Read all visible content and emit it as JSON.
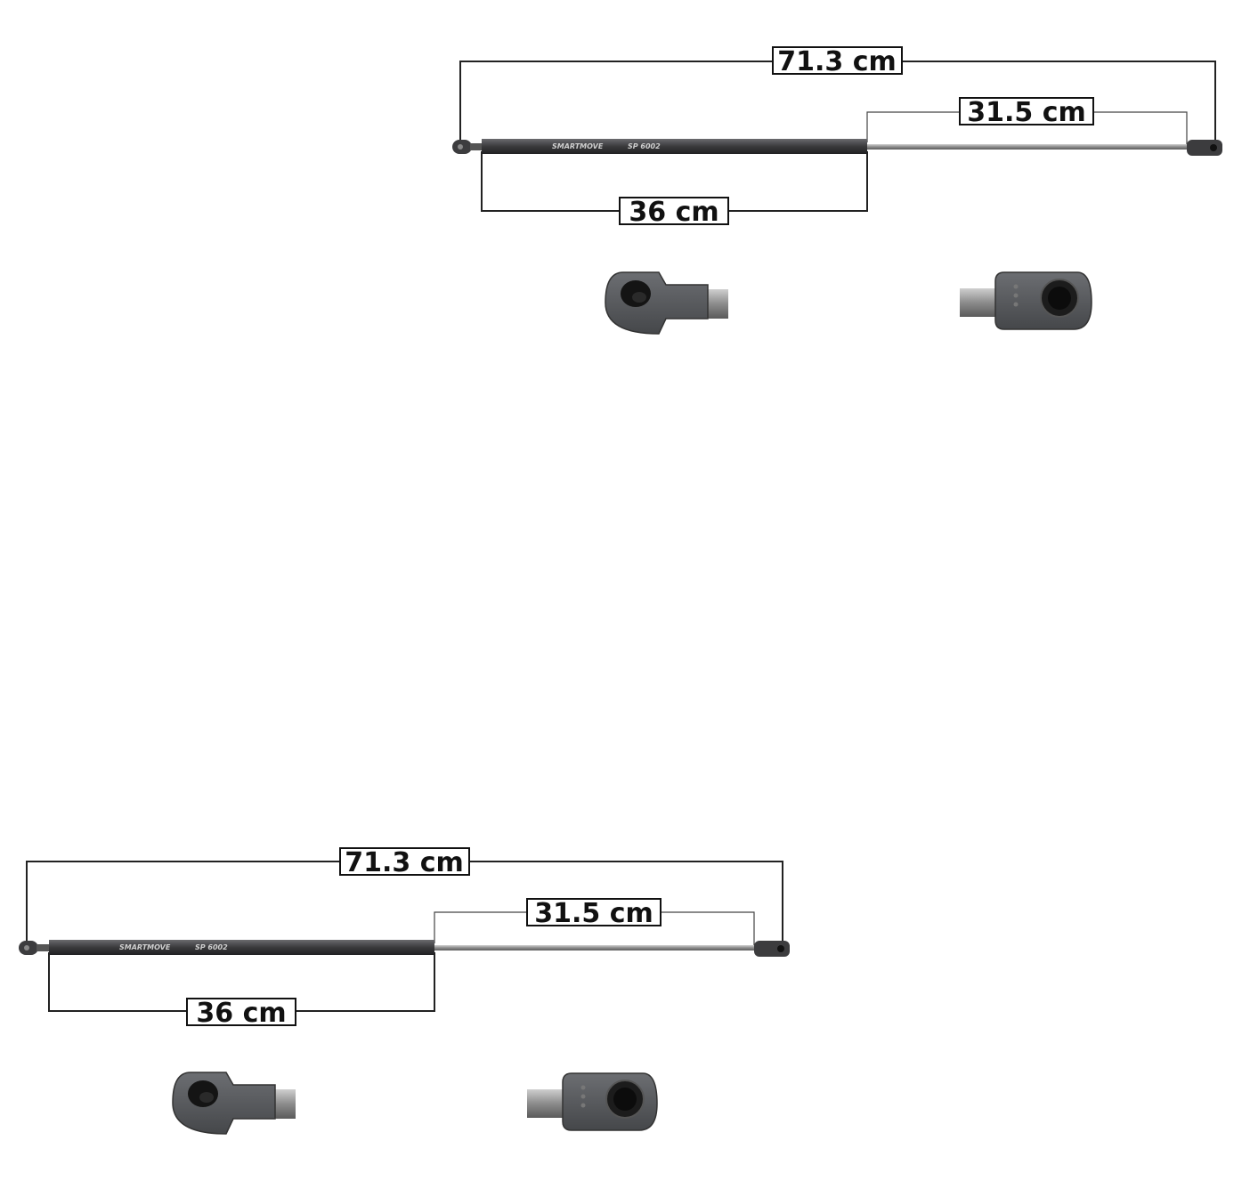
{
  "units": "cm",
  "struts": [
    {
      "total": "71.3 cm",
      "rod": "31.5 cm",
      "body": "36 cm",
      "brand": "SMARTMOVE",
      "code": "SP 6002"
    },
    {
      "total": "71.3 cm",
      "rod": "31.5 cm",
      "body": "36 cm",
      "brand": "SMARTMOVE",
      "code": "SP 6002"
    }
  ],
  "colors": {
    "line": "#222222",
    "cylinder": "#3a3a3c",
    "fitting": "#57595c",
    "rod": "#8e8e8e"
  }
}
